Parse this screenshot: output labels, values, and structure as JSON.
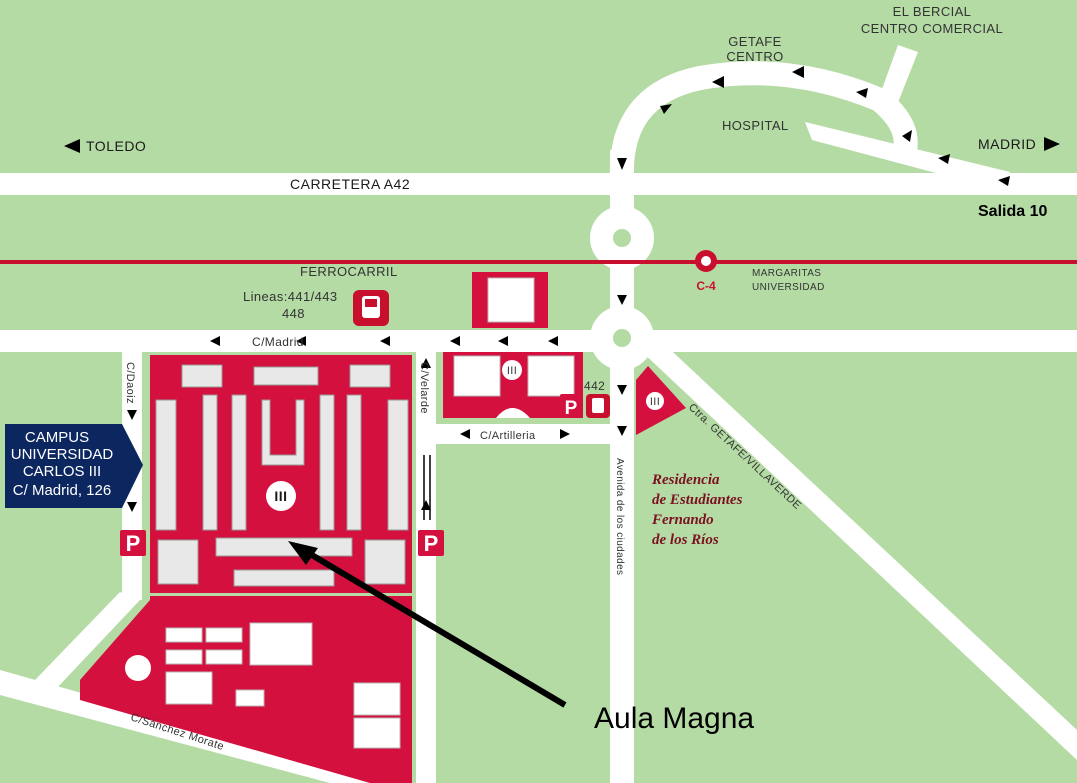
{
  "map": {
    "title_sign": {
      "lines": [
        "CAMPUS",
        "UNIVERSIDAD",
        "CARLOS III",
        "C/ Madrid, 126"
      ]
    },
    "labels": {
      "toledo": "TOLEDO",
      "madrid": "MADRID",
      "carretera": "CARRETERA  A42",
      "salida": "Salida 10",
      "getafe_1": "GETAFE",
      "getafe_2": "CENTRO",
      "bercial_1": "EL BERCIAL",
      "bercial_2": "CENTRO COMERCIAL",
      "hospital": "HOSPITAL",
      "ferrocarril": "FERROCARRIL",
      "lineas_1": "Lineas:441/443",
      "lineas_2": "448",
      "c4": "C-4",
      "margaritas_1": "MARGARITAS",
      "margaritas_2": "UNIVERSIDAD",
      "c_madrid": "C/Madrid",
      "c_daoiz": "C/Daoiz",
      "c_velarde": "C/Velarde",
      "c_artilleria": "C/Artilleria",
      "bus_442": "442",
      "ctra_getafe": "Ctra. GETAFE/VILLAVERDE",
      "avenida": "Avenida de los ciudades",
      "c_sanchez": "C/Sánchez Morate",
      "residencia": [
        "Residencia",
        "de Estudiantes",
        "Fernando",
        "de los Ríos"
      ],
      "aula_magna": "Aula Magna",
      "parking": "P",
      "roman_three": "III"
    },
    "colors": {
      "background": "#b5dba5",
      "campus": "#d4103e",
      "road": "#ffffff",
      "rail": "#c8102e",
      "sign": "#0c2660"
    }
  }
}
